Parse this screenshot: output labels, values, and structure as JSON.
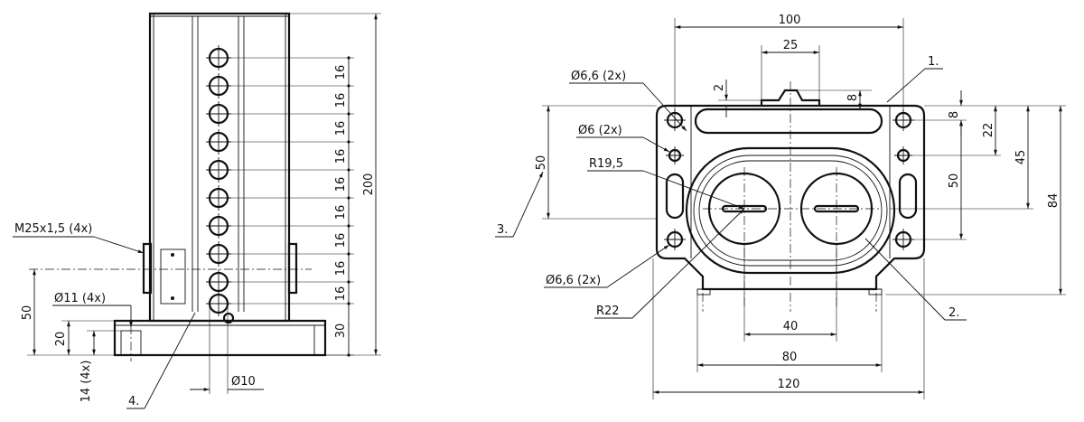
{
  "side_view": {
    "dims": {
      "height_total": "200",
      "pitch": "16",
      "bottom_offset": "30",
      "height_50": "50",
      "height_20": "20",
      "depth_14": "14 (4x)",
      "hole_d11": "Ø11 (4x)",
      "hole_d10": "Ø10",
      "thread": "M25x1,5 (4x)"
    },
    "callout": "4."
  },
  "front_view": {
    "dims": {
      "width_top_100": "100",
      "width_25": "25",
      "gap_2": "2",
      "depth_8_top": "8",
      "hole_66_top": "Ø6,6 (2x)",
      "hole_6": "Ø6 (2x)",
      "radius_195": "R19,5",
      "hole_66_bottom": "Ø6,6 (2x)",
      "radius_22": "R22",
      "left_50": "50",
      "right_8": "8",
      "right_22": "22",
      "right_45": "45",
      "right_50": "50",
      "right_84": "84",
      "width_40": "40",
      "width_80": "80",
      "width_120": "120"
    },
    "callouts": [
      "1.",
      "2.",
      "3."
    ]
  }
}
